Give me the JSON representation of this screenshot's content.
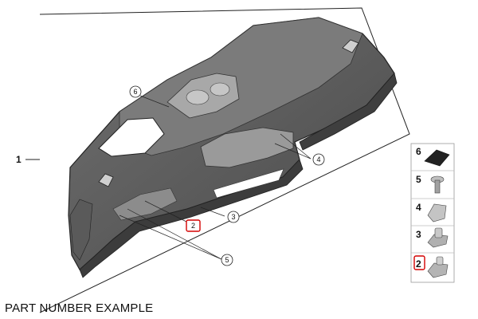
{
  "diagram": {
    "main_label": "1",
    "callouts": [
      {
        "id": "6",
        "highlighted": false
      },
      {
        "id": "4",
        "highlighted": false
      },
      {
        "id": "3",
        "highlighted": false
      },
      {
        "id": "2",
        "highlighted": true
      },
      {
        "id": "5",
        "highlighted": false
      }
    ],
    "side_panel": [
      {
        "num": "6",
        "icon": "foam-pad-icon",
        "highlighted": false
      },
      {
        "num": "5",
        "icon": "screw-icon",
        "highlighted": false
      },
      {
        "num": "4",
        "icon": "clip-nut-icon",
        "highlighted": false
      },
      {
        "num": "3",
        "icon": "expansion-nut-icon",
        "highlighted": false
      },
      {
        "num": "2",
        "icon": "speed-nut-icon",
        "highlighted": true
      }
    ],
    "highlight_color": "#d40000"
  },
  "caption": "PART NUMBER EXAMPLE"
}
